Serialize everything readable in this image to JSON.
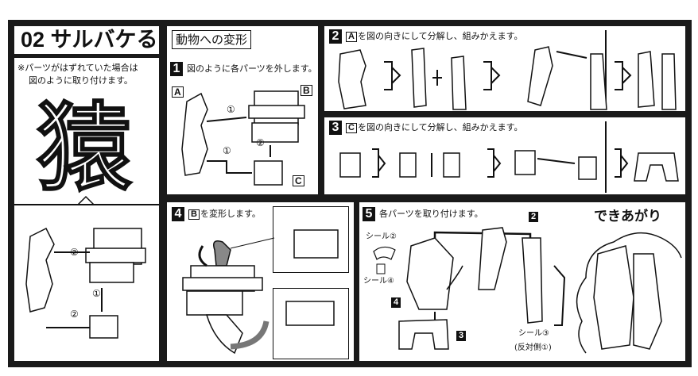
{
  "title": "02 サルバケる",
  "note": {
    "line1": "※パーツがはずれていた場合は",
    "line2": "図のように取り付けます。",
    "kanji": "猿"
  },
  "section_heading": "動物への変形",
  "steps": [
    {
      "num": "1",
      "text": "図のように各パーツを外します。",
      "labels": [
        "A",
        "B",
        "C"
      ],
      "markers": [
        "①",
        "①",
        "②"
      ]
    },
    {
      "num": "2",
      "box": "A",
      "text": "を図の向きにして分解し、組みかえます。"
    },
    {
      "num": "3",
      "box": "C",
      "text": "を図の向きにして分解し、組みかえます。"
    },
    {
      "num": "4",
      "box": "B",
      "text": "を変形します。"
    },
    {
      "num": "5",
      "text": "各パーツを取り付けます。",
      "tags": [
        "2",
        "4",
        "3"
      ],
      "seals": [
        "シール②",
        "シール④",
        "シール③",
        "(反対側①)"
      ]
    }
  ],
  "left_markers": [
    "②",
    "①",
    "②"
  ],
  "finished": "できあがり"
}
